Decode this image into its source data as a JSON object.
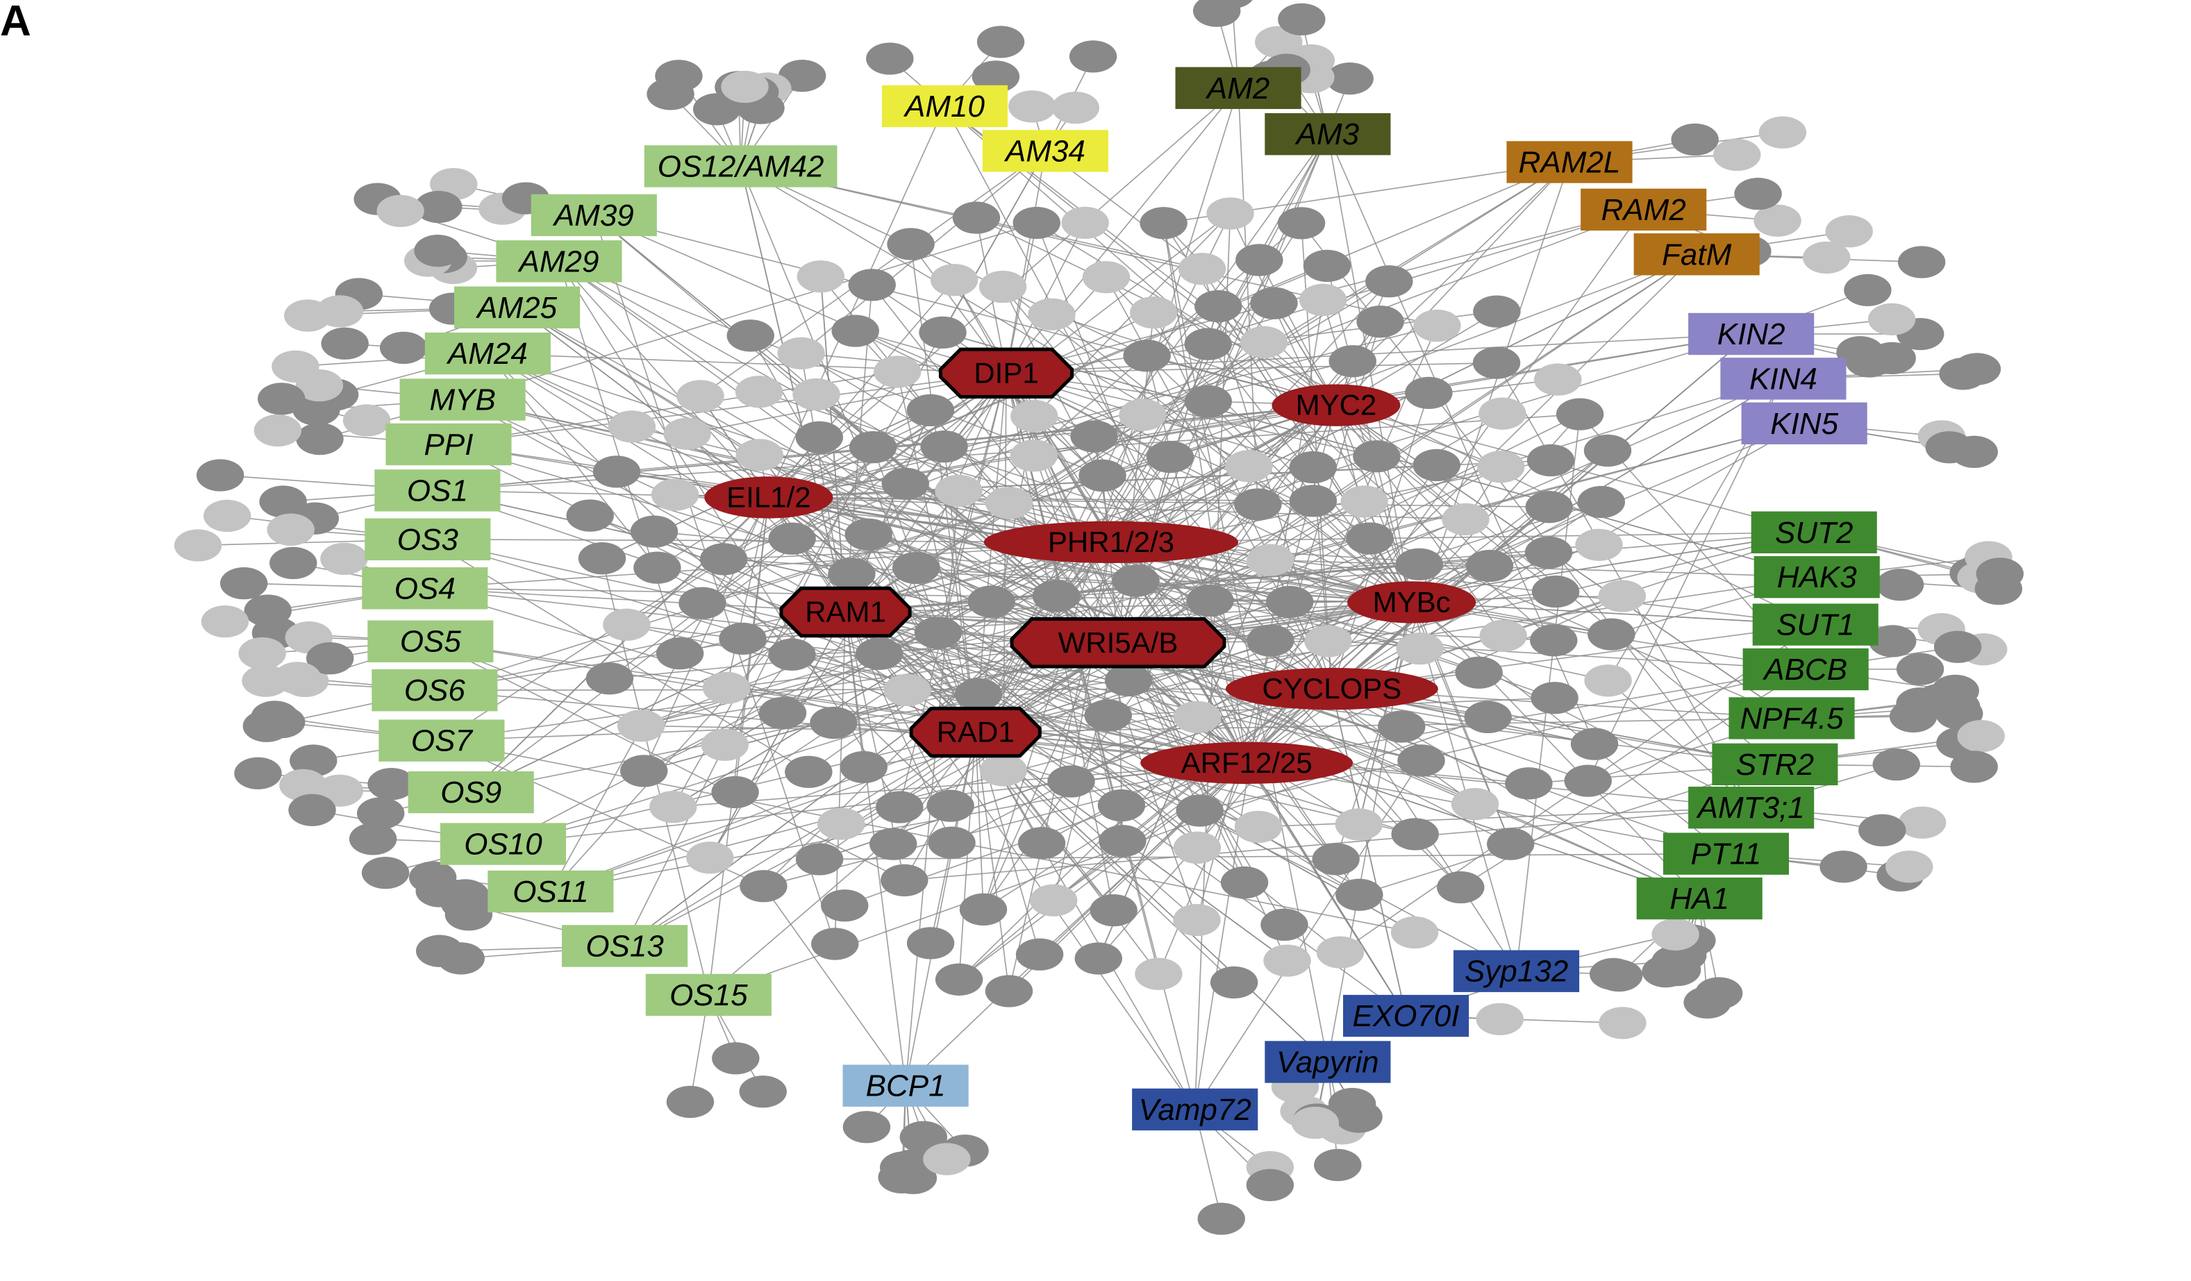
{
  "panel_letter": "A",
  "colors": {
    "edge": "#8c8c8c",
    "node_dark": "#898989",
    "node_light": "#c3c3c3",
    "hub": "#9b1b1f",
    "hub_outline": "#000000",
    "group_yellow": "#ebeb3c",
    "group_olive": "#4f5720",
    "group_orange": "#b07017",
    "group_purple": "#8b84c7",
    "group_green_dark": "#3f8a2f",
    "group_green_light": "#9ecb7f",
    "group_blue": "#2f4f9e",
    "group_lightblue": "#8fb6d6"
  },
  "hubs": [
    {
      "id": "DIP1",
      "label": "DIP1",
      "shape": "octagon"
    },
    {
      "id": "MYC2",
      "label": "MYC2",
      "shape": "ellipse"
    },
    {
      "id": "EIL",
      "label": "EIL1/2",
      "shape": "ellipse"
    },
    {
      "id": "PHR",
      "label": "PHR1/2/3",
      "shape": "ellipse"
    },
    {
      "id": "RAM1",
      "label": "RAM1",
      "shape": "octagon"
    },
    {
      "id": "MYBc",
      "label": "MYBc",
      "shape": "ellipse"
    },
    {
      "id": "WRI",
      "label": "WRI5A/B",
      "shape": "octagon"
    },
    {
      "id": "CYC",
      "label": "CYCLOPS",
      "shape": "ellipse"
    },
    {
      "id": "RAD1",
      "label": "RAD1",
      "shape": "octagon"
    },
    {
      "id": "ARF",
      "label": "ARF12/25",
      "shape": "ellipse"
    }
  ],
  "groups": [
    {
      "color": "group_yellow",
      "labels": [
        "AM10",
        "AM34"
      ]
    },
    {
      "color": "group_olive",
      "labels": [
        "AM2",
        "AM3"
      ]
    },
    {
      "color": "group_orange",
      "labels": [
        "RAM2L",
        "RAM2",
        "FatM"
      ]
    },
    {
      "color": "group_purple",
      "labels": [
        "KIN2",
        "KIN4",
        "KIN5"
      ]
    },
    {
      "color": "group_green_dark",
      "labels": [
        "SUT2",
        "HAK3",
        "SUT1",
        "ABCB",
        "NPF4.5",
        "STR2",
        "AMT3;1",
        "PT11",
        "HA1"
      ]
    },
    {
      "color": "group_green_light",
      "labels": [
        "OS12/AM42",
        "AM39",
        "AM29",
        "AM25",
        "AM24",
        "MYB",
        "PPI",
        "OS1",
        "OS3",
        "OS4",
        "OS5",
        "OS6",
        "OS7",
        "OS9",
        "OS10",
        "OS11",
        "OS13",
        "OS15"
      ]
    },
    {
      "color": "group_blue",
      "labels": [
        "Syp132",
        "EXO70I",
        "Vapyrin",
        "Vamp72"
      ]
    },
    {
      "color": "group_lightblue",
      "labels": [
        "BCP1"
      ]
    }
  ]
}
